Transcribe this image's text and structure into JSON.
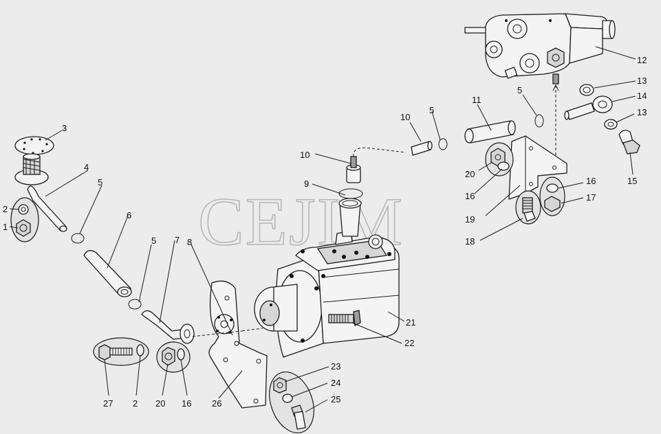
{
  "watermark": "CEJIM",
  "callouts": [
    {
      "id": "c1",
      "label": "1"
    },
    {
      "id": "c2a",
      "label": "2"
    },
    {
      "id": "c3",
      "label": "3"
    },
    {
      "id": "c4",
      "label": "4"
    },
    {
      "id": "c5a",
      "label": "5"
    },
    {
      "id": "c6",
      "label": "6"
    },
    {
      "id": "c5b",
      "label": "5"
    },
    {
      "id": "c7",
      "label": "7"
    },
    {
      "id": "c8",
      "label": "8"
    },
    {
      "id": "c27",
      "label": "27"
    },
    {
      "id": "c2b",
      "label": "2"
    },
    {
      "id": "c20a",
      "label": "20"
    },
    {
      "id": "c16a",
      "label": "16"
    },
    {
      "id": "c26",
      "label": "26"
    },
    {
      "id": "c10a",
      "label": "10"
    },
    {
      "id": "c9",
      "label": "9"
    },
    {
      "id": "c10b",
      "label": "10"
    },
    {
      "id": "c5c",
      "label": "5"
    },
    {
      "id": "c11",
      "label": "11"
    },
    {
      "id": "c5d",
      "label": "5"
    },
    {
      "id": "c12",
      "label": "12"
    },
    {
      "id": "c13a",
      "label": "13"
    },
    {
      "id": "c14",
      "label": "14"
    },
    {
      "id": "c13b",
      "label": "13"
    },
    {
      "id": "c15",
      "label": "15"
    },
    {
      "id": "c20b",
      "label": "20"
    },
    {
      "id": "c16b",
      "label": "16"
    },
    {
      "id": "c19",
      "label": "19"
    },
    {
      "id": "c16c",
      "label": "16"
    },
    {
      "id": "c17",
      "label": "17"
    },
    {
      "id": "c18",
      "label": "18"
    },
    {
      "id": "c21",
      "label": "21"
    },
    {
      "id": "c22",
      "label": "22"
    },
    {
      "id": "c23",
      "label": "23"
    },
    {
      "id": "c24",
      "label": "24"
    },
    {
      "id": "c25",
      "label": "25"
    }
  ]
}
